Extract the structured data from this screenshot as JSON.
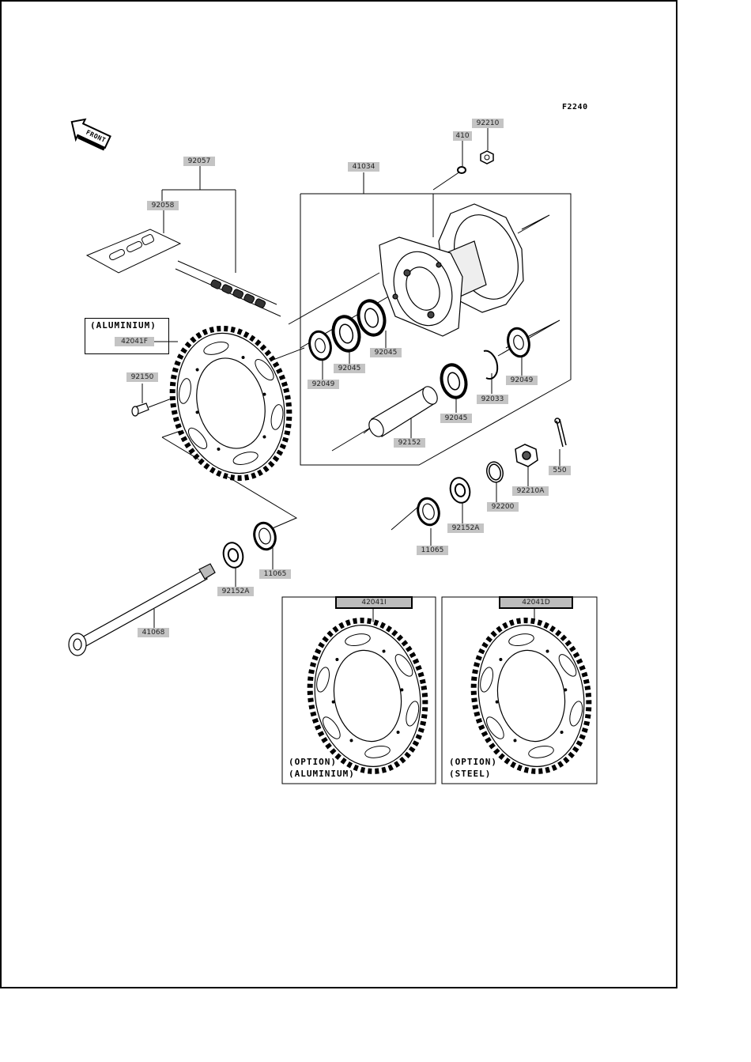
{
  "diagram": {
    "figure_code": "F2240",
    "front_label": "FRONT",
    "notes": {
      "aluminium": "(ALUMINIUM)",
      "option_aluminium_line1": "(OPTION)",
      "option_aluminium_line2": "(ALUMINIUM)",
      "option_steel_line1": "(OPTION)",
      "option_steel_line2": "(STEEL)"
    },
    "parts": {
      "p92057": "92057",
      "p92058": "92058",
      "p41034": "41034",
      "p410": "410",
      "p92210": "92210",
      "p42041F": "42041F",
      "p92150": "92150",
      "p92049a": "92049",
      "p92045a": "92045",
      "p92045b": "92045",
      "p92045c": "92045",
      "p92049b": "92049",
      "p92033": "92033",
      "p92152": "92152",
      "p550": "550",
      "p92210A": "92210A",
      "p92200": "92200",
      "p92152Aa": "92152A",
      "p11065a": "11065",
      "p11065b": "11065",
      "p92152Ab": "92152A",
      "p41068": "41068",
      "p42041I": "42041I",
      "p42041D": "42041D"
    }
  }
}
